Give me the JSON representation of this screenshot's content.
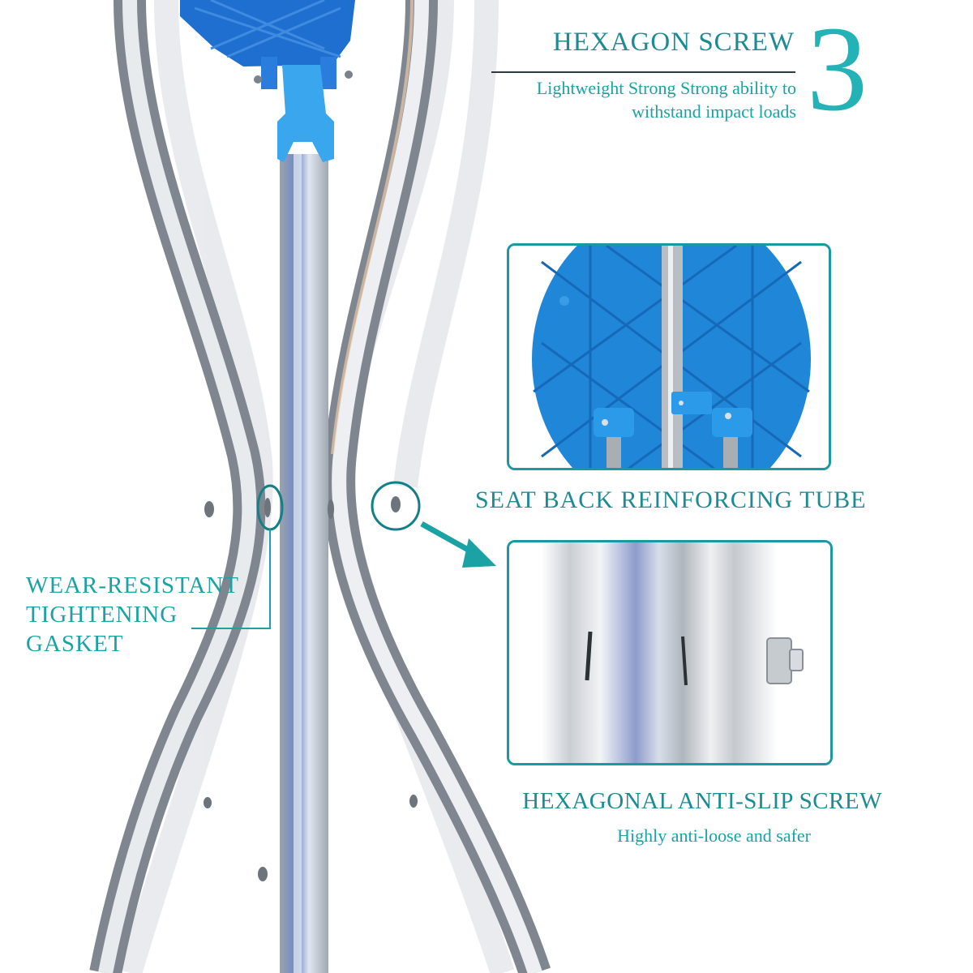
{
  "header": {
    "title": "HEXAGON SCREW",
    "subtitle_line1": "Lightweight Strong Strong ability to",
    "subtitle_line2": "withstand impact loads",
    "number": "3"
  },
  "callouts": {
    "seat_back": "SEAT BACK REINFORCING TUBE",
    "gasket_line1": "WEAR-RESISTANT",
    "gasket_line2": "TIGHTENING",
    "gasket_line3": "GASKET",
    "hex_title": "HEXAGONAL ANTI-SLIP SCREW",
    "hex_subtitle": "Highly anti-loose and safer"
  },
  "panels": {
    "top": "seat-underside-detail",
    "bottom": "screw-closeup-detail"
  },
  "colors": {
    "accent_teal": "#1aa2a4",
    "accent_teal_dark": "#137f86",
    "seat_blue": "#1e7fd6",
    "seat_blue_light": "#3aa6ee",
    "metal": "#c8cdd3",
    "background": "#ffffff"
  }
}
